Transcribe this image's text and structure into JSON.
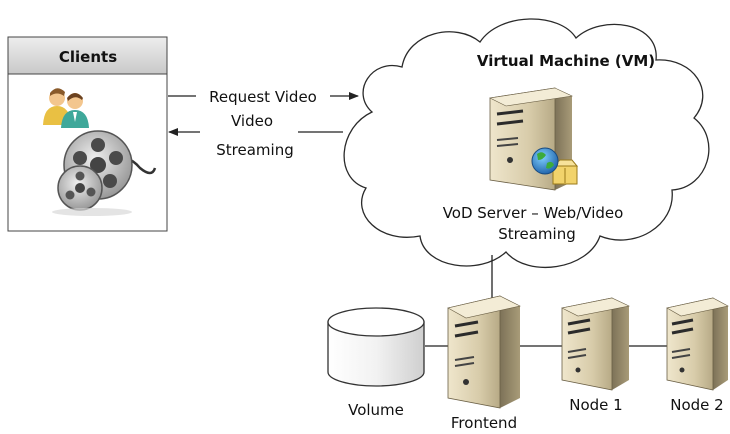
{
  "clients": {
    "title": "Clients",
    "icons": [
      "users-icon",
      "film-reel-icon"
    ]
  },
  "arrows": {
    "request_label": "Request Video",
    "streaming_line1": "Video",
    "streaming_line2": "Streaming"
  },
  "cloud": {
    "title": "Virtual Machine (VM)",
    "server_icon": "server-icon",
    "web_icon": "globe-folder-icon",
    "server_label_line1": "VoD Server – Web/Video",
    "server_label_line2": "Streaming"
  },
  "infrastructure": {
    "volume_label": "Volume",
    "frontend_label": "Frontend",
    "node1_label": "Node 1",
    "node2_label": "Node 2"
  },
  "colors": {
    "server_body": "#d9ceb0",
    "server_dark": "#3a3a3a",
    "client_header": "#d9d9d9",
    "line": "#222222"
  }
}
